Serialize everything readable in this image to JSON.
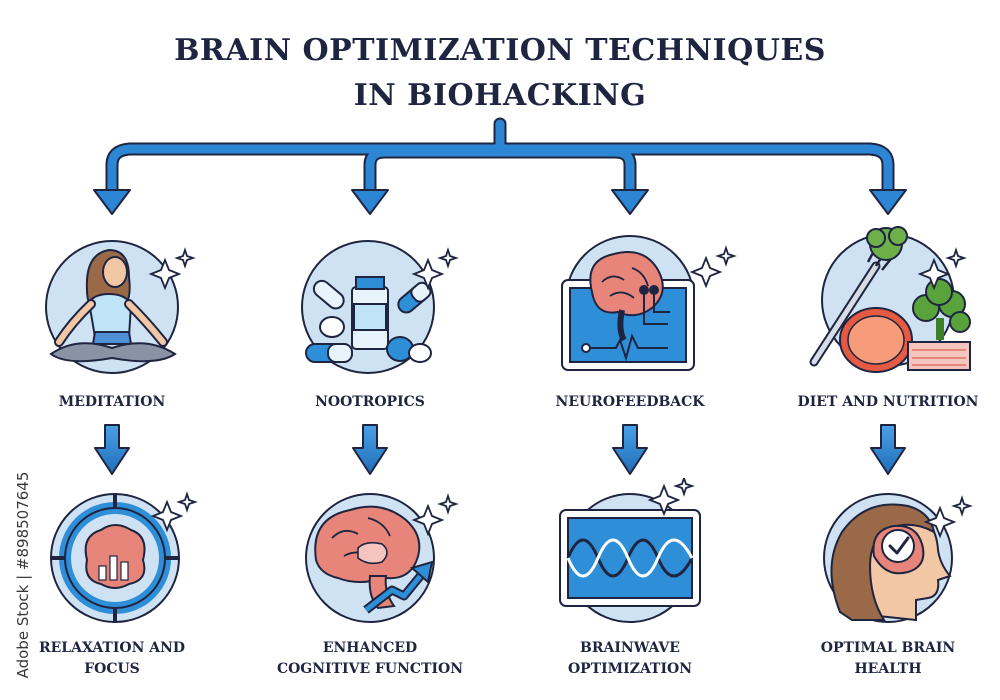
{
  "title_line1": "BRAIN OPTIMIZATION TECHNIQUES",
  "title_line2": "IN BIOHACKING",
  "colors": {
    "arrow": "#2077c2",
    "circle": "#cfe2f3",
    "outline": "#1f2540",
    "brain": "#e8857a",
    "screen": "#2e8fd8"
  },
  "techniques": [
    {
      "label": "MEDITATION",
      "icon": "meditation-person-icon"
    },
    {
      "label": "NOOTROPICS",
      "icon": "pills-and-vial-icon"
    },
    {
      "label": "NEUROFEEDBACK",
      "icon": "brain-monitor-icon"
    },
    {
      "label": "DIET AND NUTRITION",
      "icon": "healthy-food-icon"
    }
  ],
  "outcomes": [
    {
      "label_line1": "RELAXATION AND",
      "label_line2": "FOCUS",
      "icon": "brain-target-icon"
    },
    {
      "label_line1": "ENHANCED",
      "label_line2": "COGNITIVE FUNCTION",
      "icon": "brain-growth-arrow-icon"
    },
    {
      "label_line1": "BRAINWAVE",
      "label_line2": "OPTIMIZATION",
      "icon": "brainwave-screen-icon"
    },
    {
      "label_line1": "OPTIMAL BRAIN",
      "label_line2": "HEALTH",
      "icon": "head-checkmark-icon"
    }
  ],
  "watermark": "Adobe Stock | #898507645"
}
